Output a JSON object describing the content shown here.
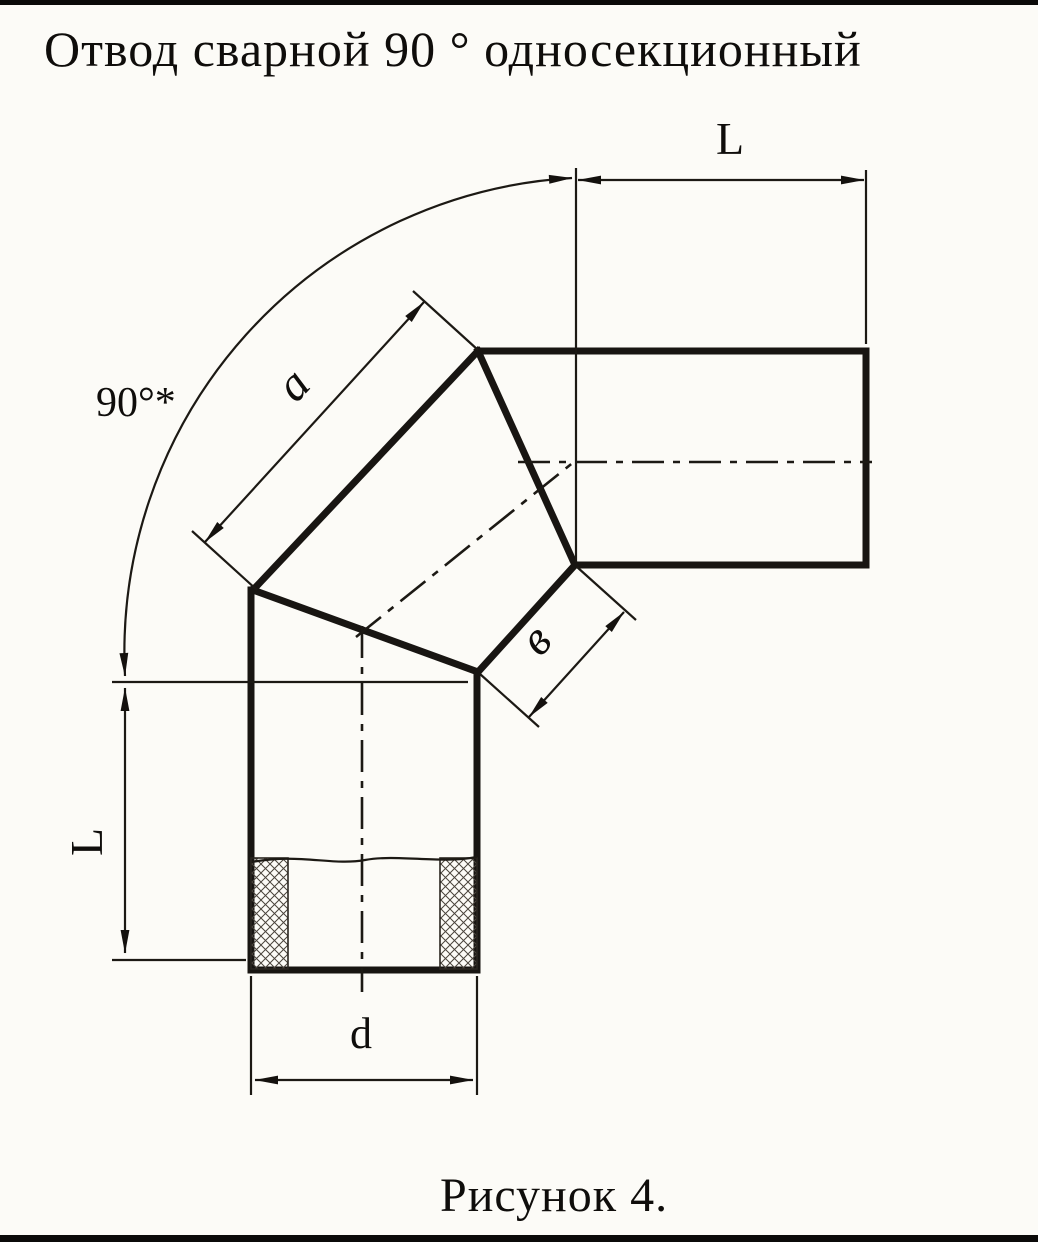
{
  "page": {
    "title": "Отвод сварной 90 ° односекционный",
    "caption": "Рисунок 4."
  },
  "labels": {
    "length_top": "L",
    "length_left": "L",
    "angle": "90°*",
    "section_edge": "a",
    "face_width": "в",
    "diameter": "d"
  },
  "colors": {
    "ink": "#181512",
    "paper": "#fcfbf7"
  }
}
